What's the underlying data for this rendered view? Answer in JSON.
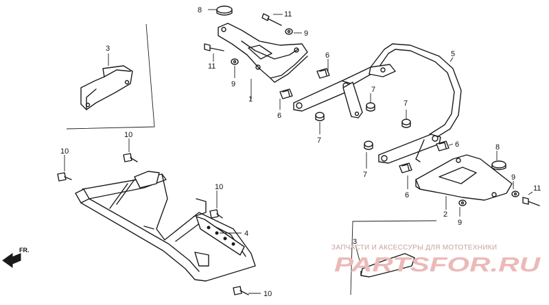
{
  "callouts": {
    "c1": "1",
    "c2": "2",
    "c3a": "3",
    "c3b": "3",
    "c4": "4",
    "c5": "5",
    "c6a": "6",
    "c6b": "6",
    "c6c": "6",
    "c6d": "6",
    "c7a": "7",
    "c7b": "7",
    "c7c": "7",
    "c7d": "7",
    "c8a": "8",
    "c8b": "8",
    "c9a": "9",
    "c9b": "9",
    "c9c": "9",
    "c9d": "9",
    "c10a": "10",
    "c10b": "10",
    "c10c": "10",
    "c10d": "10",
    "c11a": "11",
    "c11b": "11",
    "c11c": "11"
  },
  "direction": {
    "label": "FR."
  },
  "watermark": {
    "tagline": "ЗАПЧАСТИ И АКСЕССУРЫ ДЛЯ МОТОТЕХНИКИ",
    "logo": "PARTSFOR.RU"
  },
  "colors": {
    "line": "#1a1a1a",
    "watermark": "#ecb9b9"
  },
  "icons": {
    "direction": "arrow-left-icon"
  }
}
